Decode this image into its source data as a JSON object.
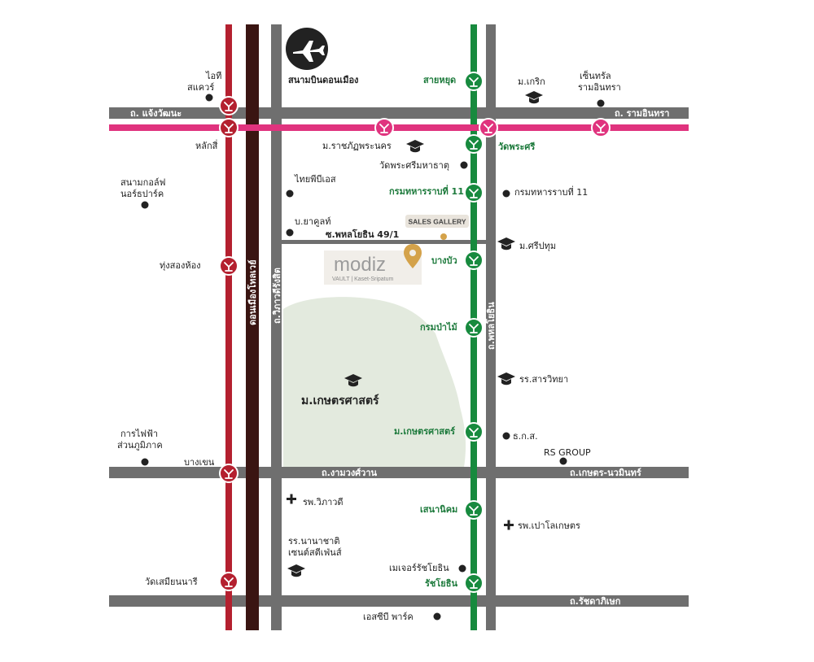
{
  "colors": {
    "red_line": "#b4202f",
    "pink_line": "#e0337e",
    "dark_line": "#3a1512",
    "green_line": "#178a3e",
    "road": "#6f6f6f",
    "park": "#e3eade",
    "brand": "#d4a24a"
  },
  "airport": {
    "label": "สนามบินดอนเมือง",
    "icon": "airplane-icon"
  },
  "roads": {
    "chaengwattana": "ถ. แจ้งวัฒนะ",
    "ramintra": "ถ. รามอินทรา",
    "vibhavadi": "ถ.วิภาวดีรังสิต",
    "donmueang_tollway": "ดอนเมืองโทลเวย์",
    "phahonyothin": "ถ.พหลโยธิน",
    "soi_49_1": "ซ.พหลโยธิน 49/1",
    "ngamwongwan": "ถ.งามวงศ์วาน",
    "kaset_nawamin": "ถ.เกษตร-นวมินทร์",
    "ratchadaphisek": "ถ.รัชดาภิเษก"
  },
  "stations": {
    "saphan_mai": "สายหยุด",
    "wat_phra_sri": "วัดพระศรี",
    "infantry11": "กรมทหารราบที่ 11",
    "bang_bua": "บางบัว",
    "royal_forest": "กรมป่าไม้",
    "kasetsart_u": "ม.เกษตรศาสตร์",
    "sena_nikhom": "เสนานิคม",
    "ratchayothin": "รัชโยธิน",
    "lak_si": "หลักสี่",
    "thung_song_hong": "ทุ่งสองห้อง",
    "bang_khen": "บางเขน",
    "wat_samian_nari": "วัดเสมียนนารี"
  },
  "places": {
    "it_square": "ไอที\nสแควร์",
    "golf": "สนามกอล์ฟ\nนอร์ธปาร์ค",
    "thai_pbs": "ไทยพีบีเอส",
    "big_c_yakult": "บ.ยาคูลท์",
    "rajabhat": "ม.ราชภัฏพระนคร",
    "wat_phra_sri_mahathat": "วัดพระศรีมหาธาตุ",
    "infantry11_place": "กรมทหารราบที่ 11",
    "sripatum": "ม.ศรีปทุม",
    "kasetsart": "ม.เกษตรศาสตร์",
    "sarawittaya": "รร.สารวิทยา",
    "baac": "ธ.ก.ส.",
    "rs_group": "RS GROUP",
    "pea": "การไฟฟ้า\nส่วนภูมิภาค",
    "vibharam_hospital": "รพ.วิภาวดี",
    "paolo_kaset": "รพ.เปาโลเกษตร",
    "st_stephens": "รร.นานาชาติ\nเซนต์สตีเฟ่นส์",
    "major_ratchayothin": "เมเจอร์รัชโยธิน",
    "sc_park": "เอสซีบี พาร์ค",
    "bangkok_u": "ม.เกริก",
    "central_ramindra": "เซ็นทรัล\nรามอินทรา"
  },
  "project": {
    "logo_text": "modiz",
    "subtitle": "VAULT | Kaset-Sripatum",
    "sales_gallery": "SALES GALLERY"
  }
}
